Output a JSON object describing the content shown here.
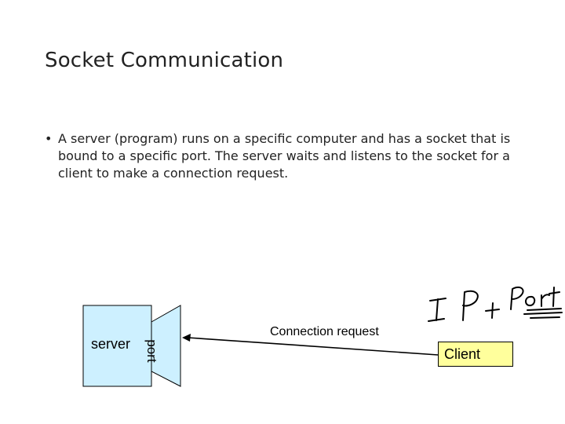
{
  "slide": {
    "title": "Socket Communication",
    "bullet_marker": "•",
    "bullet_text": "A server (program) runs on a specific computer and has a socket that is bound to a specific port. The server waits and listens to the socket for a client to make a connection request."
  },
  "diagram": {
    "server_label": "server",
    "port_label": "port",
    "connection_label": "Connection request",
    "client_label": "Client",
    "handwritten_note": "IP + Port",
    "colors": {
      "server_fill": "#cdf0ff",
      "client_fill": "#ffff9c",
      "stroke": "#000000"
    }
  }
}
